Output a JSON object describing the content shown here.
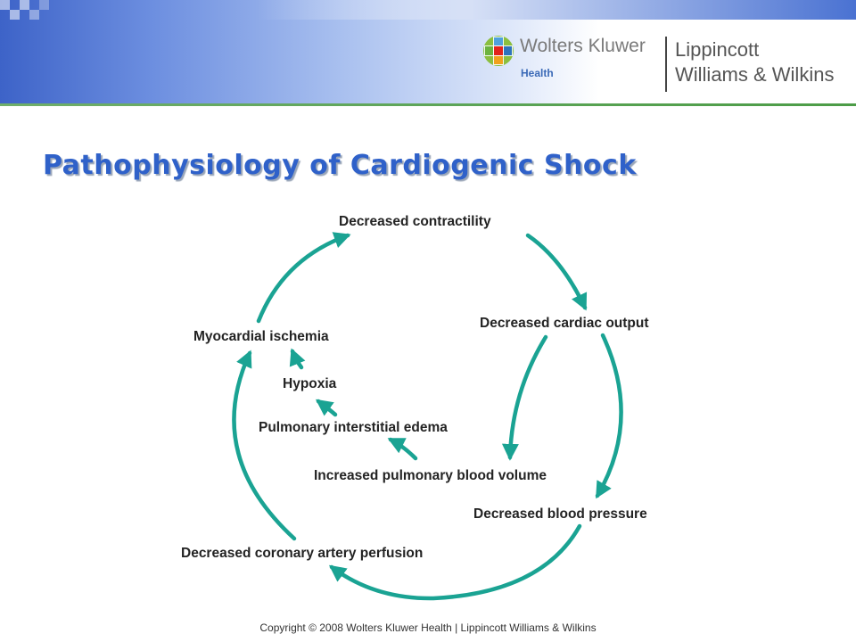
{
  "header": {
    "brand_name": "Wolters Kluwer",
    "brand_sub": "Health",
    "lww_line1": "Lippincott",
    "lww_line2": "Williams & Wilkins"
  },
  "slide": {
    "title": "Pathophysiology of Cardiogenic Shock"
  },
  "diagram": {
    "nodes": {
      "decreased_contractility": "Decreased contractility",
      "decreased_cardiac_output": "Decreased cardiac output",
      "decreased_blood_pressure": "Decreased blood pressure",
      "decreased_coronary_perfusion": "Decreased coronary artery perfusion",
      "myocardial_ischemia": "Myocardial ischemia",
      "hypoxia": "Hypoxia",
      "pulmonary_edema": "Pulmonary interstitial edema",
      "increased_pulmonary_volume": "Increased pulmonary blood volume"
    },
    "arrow_color": "#1aa393"
  },
  "footer": {
    "copyright": "Copyright © 2008 Wolters Kluwer Health | Lippincott Williams & Wilkins"
  }
}
